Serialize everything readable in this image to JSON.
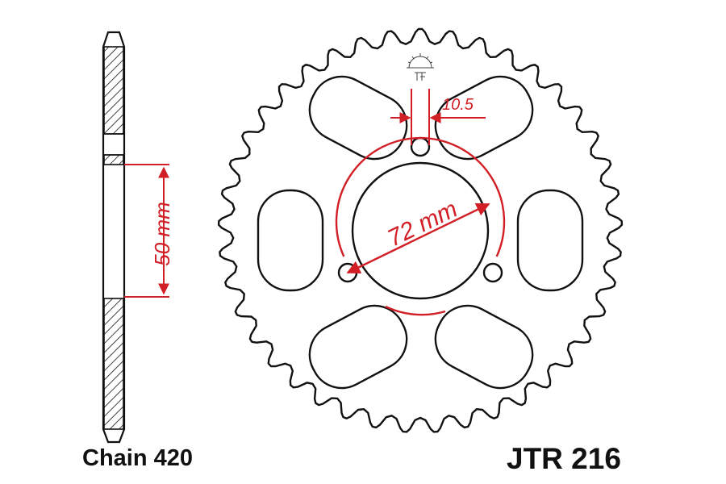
{
  "diagram": {
    "chain_label": "Chain 420",
    "part_number": "JTR 216",
    "dim_bore": "50 mm",
    "dim_pcd": "72 mm",
    "dim_bolt": "10.5"
  },
  "colors": {
    "outline": "#111111",
    "dimension": "#d21f26",
    "background": "#ffffff"
  },
  "icons": [
    "jt-logo-icon"
  ]
}
